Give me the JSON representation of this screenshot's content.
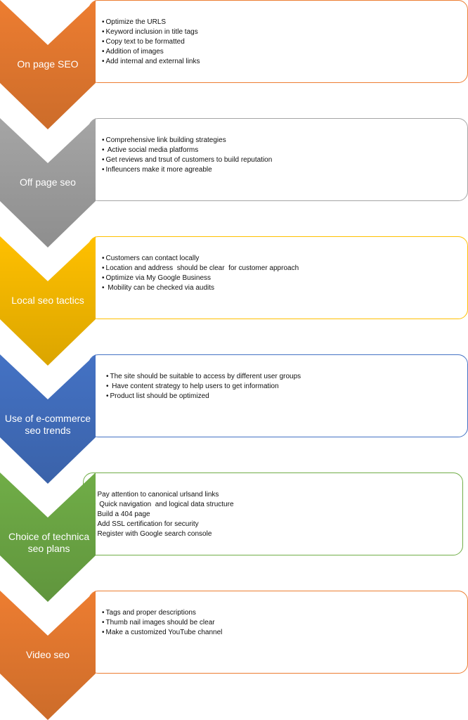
{
  "steps": [
    {
      "title": "On page SEO",
      "color": "#ED7D31",
      "items": [
        "Optimize the URLS",
        "Keyword inclusion in title tags",
        "Copy text to be formatted",
        "Addition of images",
        "Add internal and external links"
      ]
    },
    {
      "title": "Off page seo",
      "color": "#A5A5A5",
      "items": [
        "Comprehensive link building strategies",
        " Active social media platforms",
        "Get reviews and trsut of customers to build reputation",
        "Infleuncers make it more agreable"
      ]
    },
    {
      "title": "Local seo tactics",
      "color": "#FFC000",
      "items": [
        "Customers can contact locally",
        "Location and address  should be clear  for customer approach",
        "Optimize via My Google Business",
        " Mobility can be checked via audits"
      ]
    },
    {
      "title": "Use of e-commerce\nseo trends",
      "color": "#4472C4",
      "items": [
        "The site should be suitable to access by different user groups",
        " Have content strategy to help users to get information",
        "Product list should be optimized"
      ]
    },
    {
      "title": "Choice of technica\nseo plans",
      "color": "#70AD47",
      "items": [
        "Pay attention to canonical urlsand links",
        " Quick navigation  and logical data structure",
        "Build a 404 page",
        "Add SSL certification for security",
        "Register with Google search console"
      ]
    },
    {
      "title": "Video seo",
      "color": "#ED7D31",
      "items": [
        "Tags and proper descriptions",
        "Thumb nail images should be clear",
        "Make a customized YouTube channel"
      ]
    }
  ]
}
